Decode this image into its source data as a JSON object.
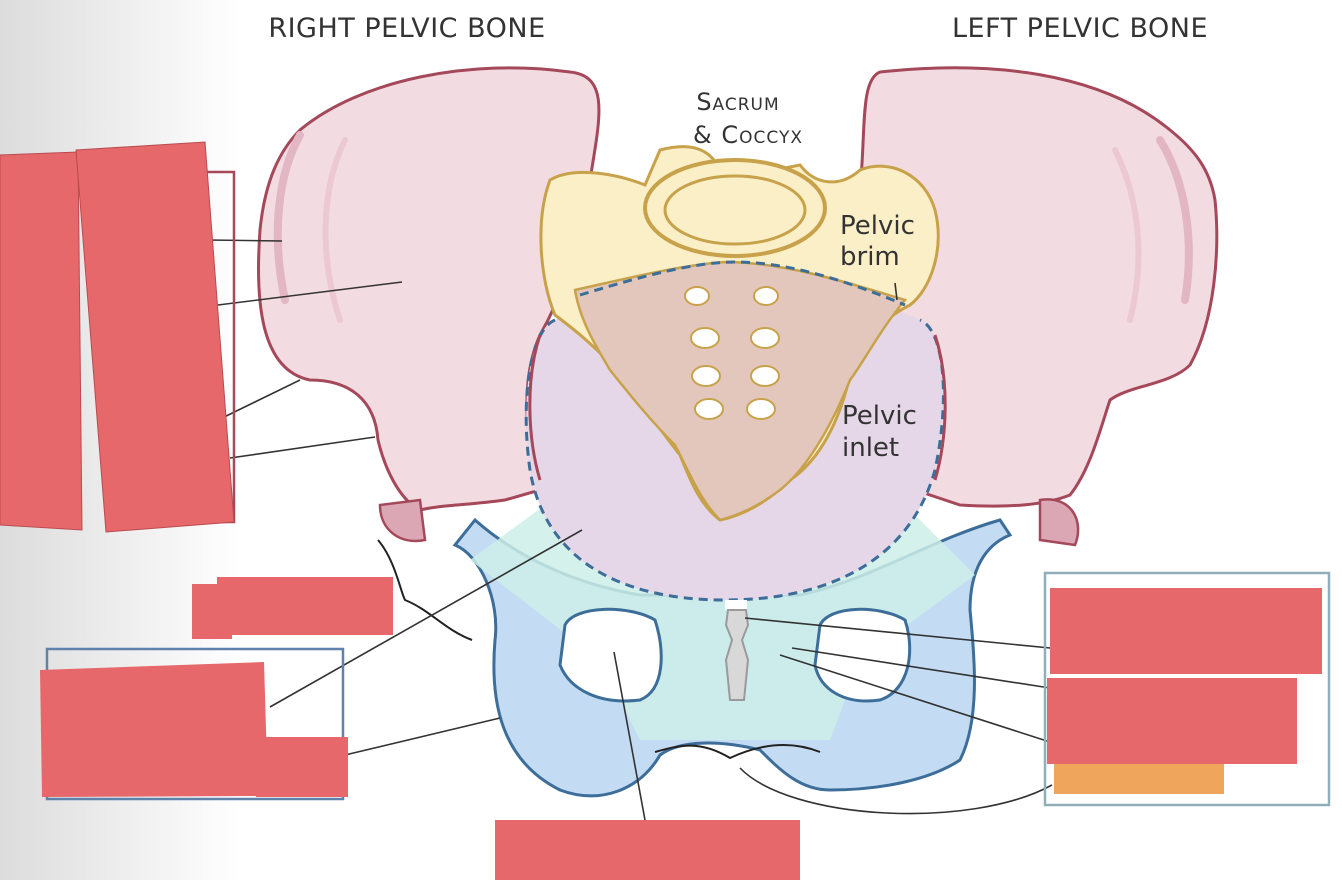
{
  "headings": {
    "right": "RIGHT PELVIC BONE",
    "left": "LEFT PELVIC BONE"
  },
  "labels": {
    "sacrum_line1": "Sacrum",
    "sacrum_line2": "& Coccyx",
    "brim_line1": "Pelvic",
    "brim_line2": "brim",
    "inlet_line1": "Pelvic",
    "inlet_line2": "inlet"
  },
  "colors": {
    "ilium_fill": "#f3dbe2",
    "ilium_stroke": "#a4485a",
    "sacrum_fill": "#fbefc8",
    "sacrum_stroke": "#c8a24a",
    "sacrum_body": "#e3c7bd",
    "inlet_fill": "#e5d7e8",
    "pubis_fill": "#c3dcf3",
    "pubis_stroke": "#3d6d99",
    "cartilage_fill": "#cdeee8",
    "mask_red": "#e6686b",
    "mask_orange": "#efa65c",
    "frame": "#5e82aa"
  }
}
